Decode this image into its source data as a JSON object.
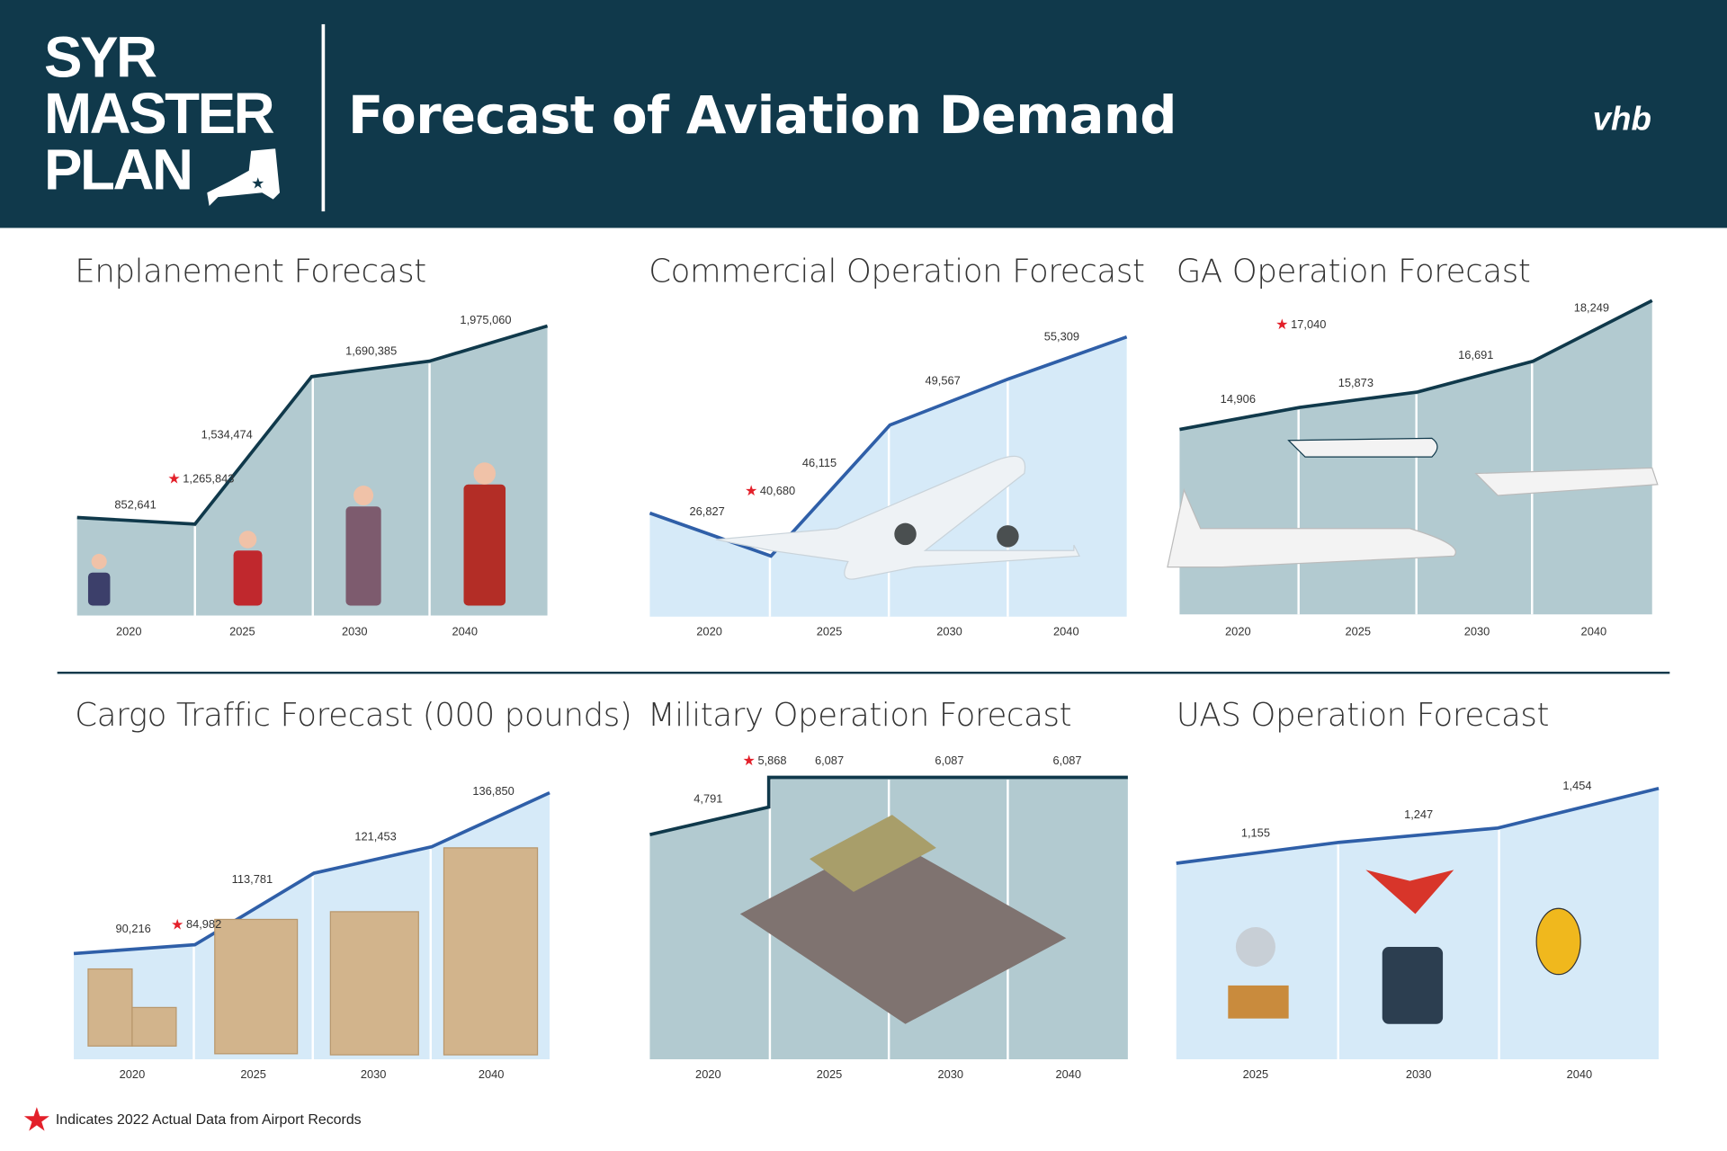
{
  "header": {
    "logo_lines": [
      "SYR",
      "MASTER",
      "PLAN"
    ],
    "title": "Forecast of Aviation Demand",
    "brand": "vhb"
  },
  "footnote": "Indicates 2022 Actual Data from Airport Records",
  "colors": {
    "header_bg": "#10394b",
    "dark_line": "#10394b",
    "blue_line": "#2f5fa8",
    "gray_fill": "#b2cad0",
    "light_fill": "#d6eaf8",
    "star": "#e3202a"
  },
  "chart_data": [
    {
      "type": "area",
      "title": "Enplanement Forecast",
      "categories": [
        "2020",
        "2025",
        "2030",
        "2040"
      ],
      "values": [
        "852,641",
        "1,534,474",
        "1,690,385",
        "1,975,060"
      ],
      "actual_2022": "1,265,843",
      "series": [
        {
          "name": "Enplanements",
          "values": [
            852641,
            1534474,
            1690385,
            1975060
          ]
        }
      ],
      "actual_2022_value": 1265843
    },
    {
      "type": "area",
      "title": "Commercial Operation Forecast",
      "categories": [
        "2020",
        "2025",
        "2030",
        "2040"
      ],
      "values": [
        "26,827",
        "46,115",
        "49,567",
        "55,309"
      ],
      "actual_2022": "40,680",
      "series": [
        {
          "name": "Commercial Operations",
          "values": [
            26827,
            46115,
            49567,
            55309
          ]
        }
      ],
      "actual_2022_value": 40680
    },
    {
      "type": "area",
      "title": "GA Operation Forecast",
      "categories": [
        "2020",
        "2025",
        "2030",
        "2040"
      ],
      "values": [
        "14,906",
        "15,873",
        "16,691",
        "18,249"
      ],
      "actual_2022": "17,040",
      "series": [
        {
          "name": "GA Operations",
          "values": [
            14906,
            15873,
            16691,
            18249
          ]
        }
      ],
      "actual_2022_value": 17040
    },
    {
      "type": "area",
      "title": "Cargo Traffic Forecast (000 pounds)",
      "categories": [
        "2020",
        "2025",
        "2030",
        "2040"
      ],
      "values": [
        "90,216",
        "113,781",
        "121,453",
        "136,850"
      ],
      "actual_2022": "84,982",
      "series": [
        {
          "name": "Cargo (000 lb)",
          "values": [
            90216,
            113781,
            121453,
            136850
          ]
        }
      ],
      "actual_2022_value": 84982
    },
    {
      "type": "area",
      "title": "Military Operation Forecast",
      "categories": [
        "2020",
        "2025",
        "2030",
        "2040"
      ],
      "values": [
        "4,791",
        "6,087",
        "6,087",
        "6,087"
      ],
      "actual_2022": "5,868",
      "series": [
        {
          "name": "Military Operations",
          "values": [
            4791,
            6087,
            6087,
            6087
          ]
        }
      ],
      "actual_2022_value": 5868
    },
    {
      "type": "area",
      "title": "UAS Operation Forecast",
      "categories": [
        "2025",
        "2030",
        "2040"
      ],
      "values": [
        "1,155",
        "1,247",
        "1,454"
      ],
      "actual_2022": null,
      "series": [
        {
          "name": "UAS Operations",
          "values": [
            1155,
            1247,
            1454
          ]
        }
      ],
      "actual_2022_value": null
    }
  ]
}
